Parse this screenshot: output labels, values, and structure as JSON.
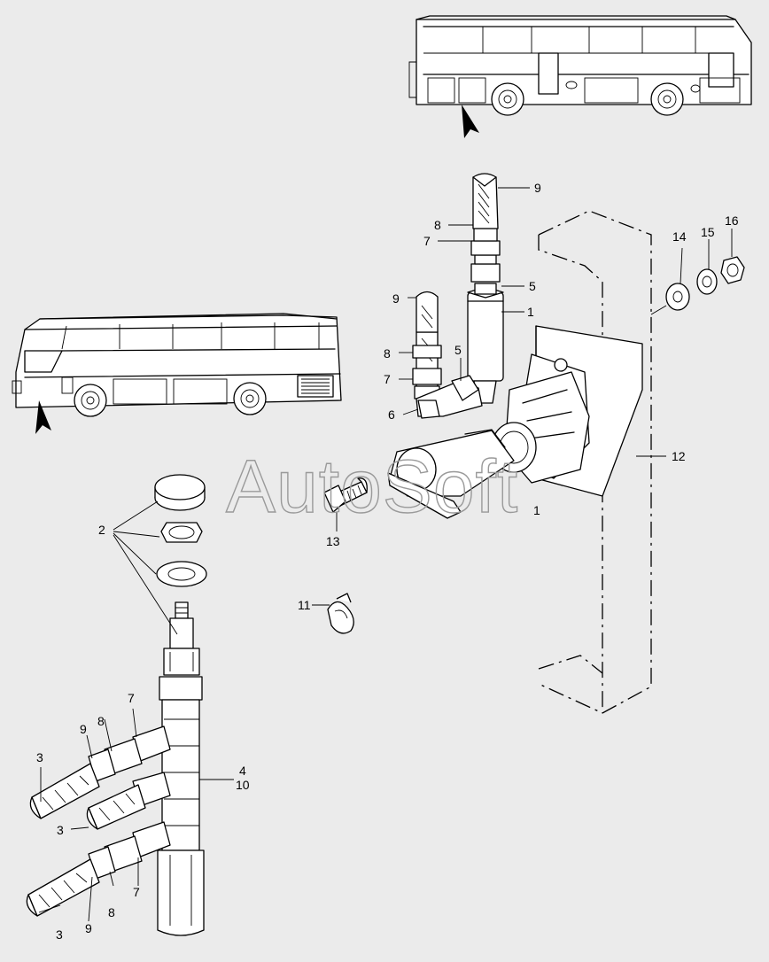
{
  "watermark": "AutoSoft",
  "callouts": {
    "c1a": "1",
    "c1b": "1",
    "c2": "2",
    "c3a": "3",
    "c3b": "3",
    "c3c": "3",
    "c4": "4",
    "c10": "10",
    "c5a": "5",
    "c5b": "5",
    "c6": "6",
    "c7a": "7",
    "c7b": "7",
    "c7c": "7",
    "c7d": "7",
    "c8a": "8",
    "c8b": "8",
    "c8c": "8",
    "c8d": "8",
    "c9a": "9",
    "c9b": "9",
    "c9c": "9",
    "c11": "11",
    "c12": "12",
    "c13": "13",
    "c14": "14",
    "c15": "15",
    "c16": "16"
  }
}
